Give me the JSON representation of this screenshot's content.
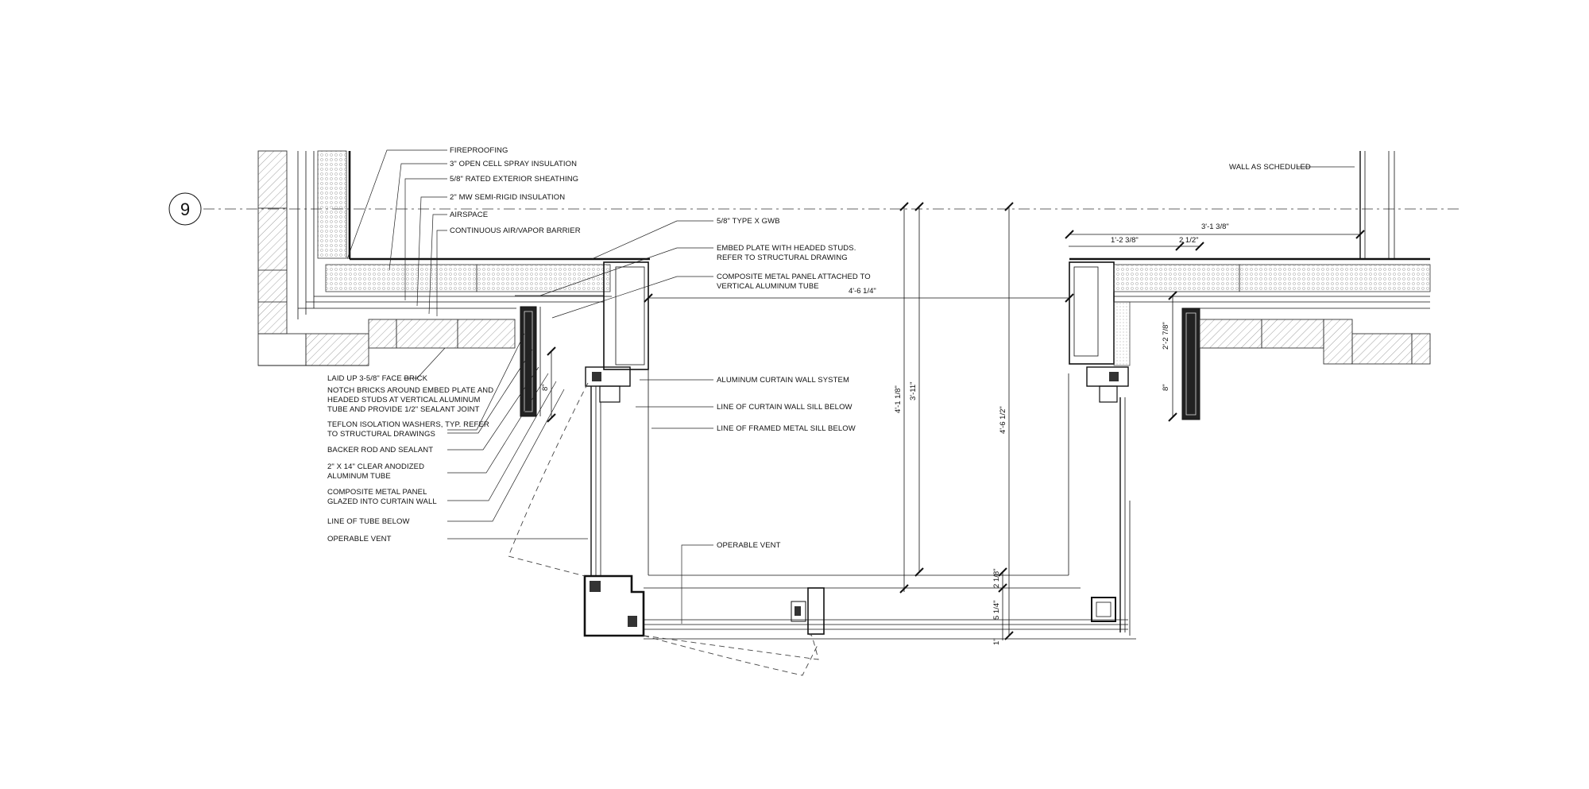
{
  "grid_bubble": "9",
  "notes_top_left": [
    "FIREPROOFING",
    "3\" OPEN CELL SPRAY INSULATION",
    "5/8\" RATED EXTERIOR SHEATHING",
    "2\" MW SEMI-RIGID INSULATION",
    "AIRSPACE",
    "CONTINUOUS AIR/VAPOR BARRIER"
  ],
  "notes_bottom_left": [
    [
      "LAID UP 3-5/8\" FACE BRICK"
    ],
    [
      "NOTCH BRICKS AROUND EMBED PLATE AND",
      "HEADED STUDS AT VERTICAL ALUMINUM",
      "TUBE AND PROVIDE 1/2\" SEALANT JOINT"
    ],
    [
      "TEFLON ISOLATION WASHERS, TYP.  REFER",
      "TO STRUCTURAL DRAWINGS"
    ],
    [
      "BACKER ROD AND SEALANT"
    ],
    [
      "2\" X 14\" CLEAR ANODIZED",
      "ALUMINUM TUBE"
    ],
    [
      "COMPOSITE METAL PANEL",
      "GLAZED INTO CURTAIN WALL"
    ],
    [
      "LINE OF TUBE BELOW"
    ],
    [
      "OPERABLE VENT"
    ]
  ],
  "notes_center": [
    [
      "5/8\" TYPE X GWB"
    ],
    [
      "EMBED PLATE WITH HEADED STUDS.",
      "REFER TO STRUCTURAL DRAWING"
    ],
    [
      "COMPOSITE METAL PANEL ATTACHED TO",
      "VERTICAL ALUMINUM TUBE"
    ],
    [
      "ALUMINUM CURTAIN WALL SYSTEM"
    ],
    [
      "LINE OF CURTAIN WALL SILL BELOW"
    ],
    [
      "LINE OF FRAMED METAL SILL BELOW"
    ],
    [
      "OPERABLE VENT"
    ]
  ],
  "note_wall": "WALL AS SCHEDULED",
  "dimensions": {
    "width_opening": "4'-6 1/4\"",
    "depth_a": "4'-1 1/8\"",
    "depth_b": "3'-11\"",
    "depth_c": "4'-6 1/2\"",
    "d_2_1_8": "2 1/8\"",
    "d_5_1_4": "5 1/4\"",
    "d_1": "1\"",
    "d_8_left": "8\"",
    "d_8_right": "8\"",
    "d_3_1_3_8": "3'-1 3/8\"",
    "d_1_2_3_8": "1'-2 3/8\"",
    "d_2_1_2": "2 1/2\"",
    "d_2_2_7_8": "2'-2 7/8\""
  }
}
